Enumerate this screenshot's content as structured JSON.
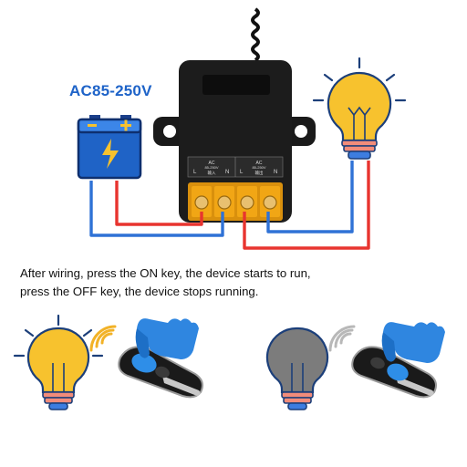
{
  "voltage_label": "AC85-250V",
  "caption": {
    "line1": "After wiring,  press the ON key, the device starts to run,",
    "line2": "press the OFF key, the device stops running."
  },
  "terminal_labels": {
    "input_group": "AC",
    "input_sub": "85-250V",
    "input_cn": "输入",
    "output_group": "AC",
    "output_sub": "85-250V",
    "output_cn": "输出",
    "pins": [
      "L",
      "N",
      "L",
      "N"
    ]
  },
  "icons": {
    "battery": "battery-icon",
    "bulb_on": "light-bulb-on-icon",
    "bulb_off": "light-bulb-off-icon",
    "remote": "remote-control-icon",
    "hand": "pointing-hand-icon",
    "signal": "wireless-signal-icon"
  },
  "colors": {
    "live_wire": "#e8342f",
    "neutral_wire": "#2f72d6",
    "bulb_on": "#f7c22e",
    "bulb_off": "#7c7c7c",
    "battery_body": "#1f63c6",
    "receiver_body": "#1c1c1c",
    "terminal_block": "#d9900d"
  }
}
